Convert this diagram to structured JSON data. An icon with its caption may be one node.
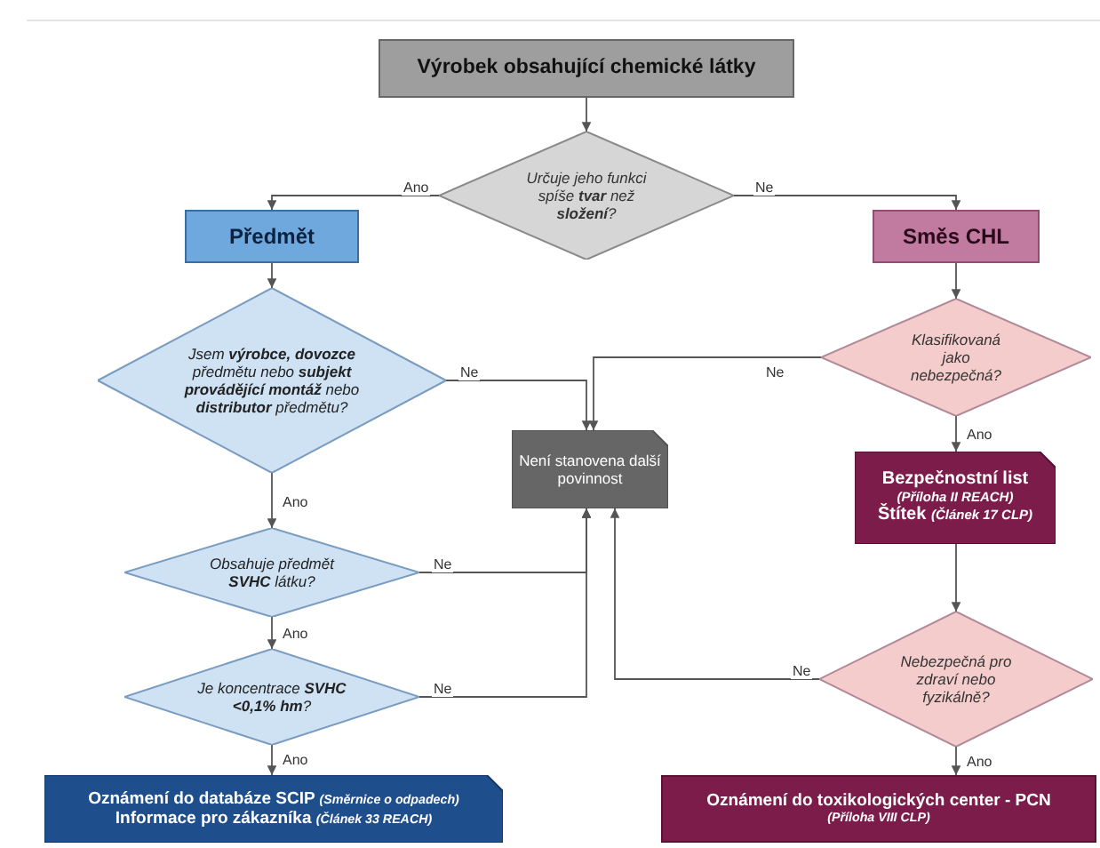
{
  "diagram": {
    "nodes": [
      {
        "text": [
          "Výrobek obsahující chemické látky"
        ]
      },
      {
        "text": [
          "Určuje jeho funkci spíše **tvar** než **složení**?"
        ]
      },
      {
        "text": [
          "Předmět"
        ]
      },
      {
        "text": [
          "Směs CHL"
        ]
      },
      {
        "text": [
          "Jsem **výrobce, dovozce** předmětu nebo **subjekt provádějící montáž** nebo **distributor** předmětu?"
        ]
      },
      {
        "text": [
          "Klasifikovaná jako nebezpečná?"
        ]
      },
      {
        "text": [
          "Není stanovena další povinnost"
        ]
      },
      {
        "text": [
          "Bezpečnostní list",
          "(Příloha II REACH)",
          "Štítek *(Článek 17 CLP)*"
        ]
      },
      {
        "text": [
          "Obsahuje předmět **SVHC** látku?"
        ]
      },
      {
        "text": [
          "Nebezpečná pro zdraví nebo fyzikálně?"
        ]
      },
      {
        "text": [
          "Je koncentrace **SVHC <0,1% hm**?"
        ]
      },
      {
        "text": [
          "Oznámení do databáze SCIP *(Směrnice o odpadech)*",
          "Informace pro zákazníka *(Článek 33 REACH)*"
        ]
      },
      {
        "text": [
          "Oznámení do toxikologických center - PCN",
          "(Příloha VIII CLP)"
        ]
      }
    ],
    "edges": [
      {
        "from": 0,
        "to": 1,
        "arrow": "to"
      },
      {
        "from": 1,
        "to": 2,
        "label": "Ano",
        "arrow": "to"
      },
      {
        "from": 1,
        "to": 3,
        "label": "Ne",
        "arrow": "to"
      },
      {
        "from": 2,
        "to": 4,
        "arrow": "to"
      },
      {
        "from": 4,
        "to": 6,
        "label": "Ne",
        "arrow": "to"
      },
      {
        "from": 4,
        "to": 8,
        "label": "Ano",
        "arrow": "to"
      },
      {
        "from": 8,
        "to": 6,
        "label": "Ne",
        "arrow": "to"
      },
      {
        "from": 8,
        "to": 10,
        "label": "Ano",
        "arrow": "to"
      },
      {
        "from": 10,
        "to": 6,
        "label": "Ne",
        "arrow": "to"
      },
      {
        "from": 10,
        "to": 11,
        "label": "Ano",
        "arrow": "to"
      },
      {
        "from": 3,
        "to": 5,
        "arrow": "to"
      },
      {
        "from": 5,
        "to": 6,
        "label": "Ne",
        "arrow": "to"
      },
      {
        "from": 5,
        "to": 7,
        "label": "Ano",
        "arrow": "to"
      },
      {
        "from": 7,
        "to": 9,
        "arrow": "to"
      },
      {
        "from": 9,
        "to": 6,
        "label": "Ne",
        "arrow": "to"
      },
      {
        "from": 9,
        "to": 12,
        "label": "Ano",
        "arrow": "to"
      }
    ]
  }
}
